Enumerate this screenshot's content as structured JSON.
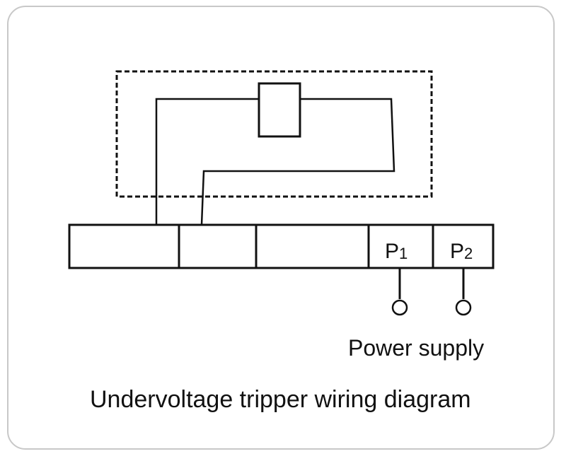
{
  "terminals": [
    {
      "letter": "P",
      "index": "1"
    },
    {
      "letter": "P",
      "index": "2"
    }
  ],
  "power_label": "Power supply",
  "caption": "Undervoltage tripper wiring diagram",
  "colors": {
    "line": "#111111",
    "card_border": "#c8c8c8",
    "background": "#ffffff"
  }
}
